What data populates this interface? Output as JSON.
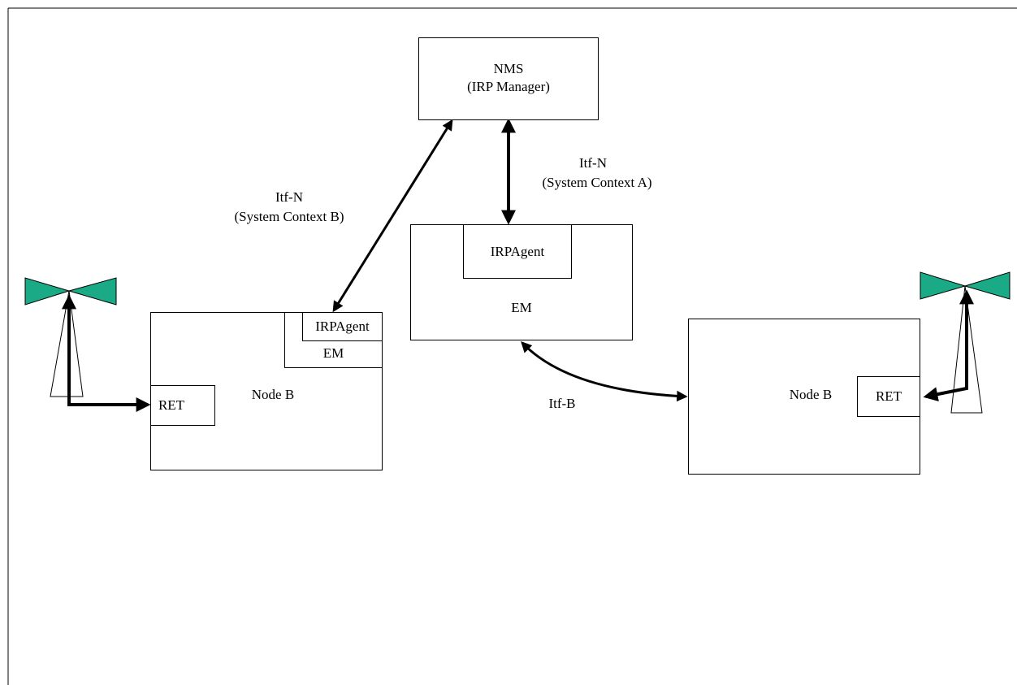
{
  "nms": {
    "title": "NMS",
    "subtitle": "(IRP Manager)"
  },
  "central_em": {
    "agent_label": "IRPAgent",
    "em_label": "EM"
  },
  "left_node": {
    "agent_label": "IRPAgent",
    "em_label": "EM",
    "node_label": "Node B",
    "ret_label": "RET"
  },
  "right_node": {
    "node_label": "Node B",
    "ret_label": "RET"
  },
  "interfaces": {
    "itf_n_a_line1": "Itf-N",
    "itf_n_a_line2": "(System Context A)",
    "itf_n_b_line1": "Itf-N",
    "itf_n_b_line2": "(System Context B)",
    "itf_b": "Itf-B"
  },
  "colors": {
    "antenna_fill": "#1AAA86",
    "line": "#000000"
  }
}
